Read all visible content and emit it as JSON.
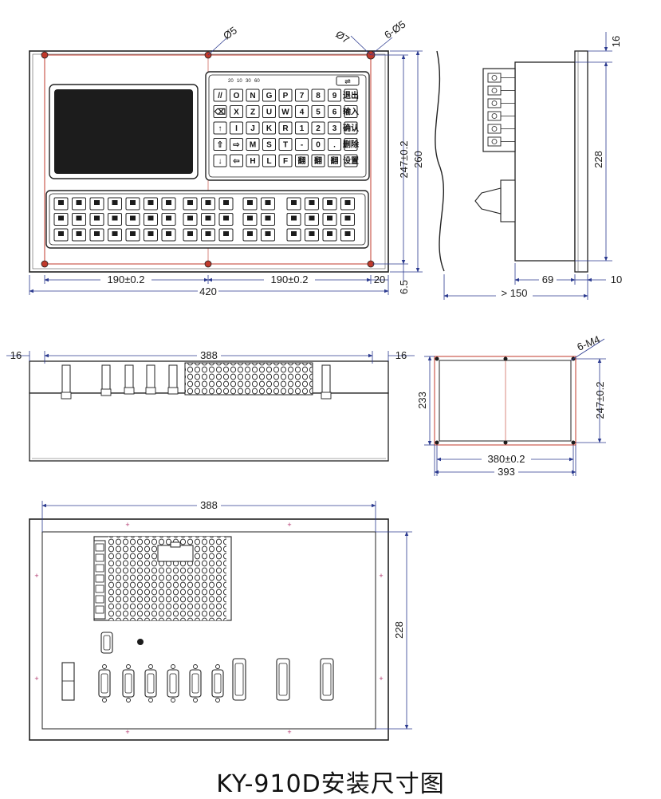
{
  "title": "KY-910D安装尺寸图",
  "colors": {
    "outline": "#222222",
    "dim_line": "#2b3a8f",
    "hole_red": "#c0392b",
    "mark_magenta": "#b0306a",
    "fill_dark": "#1c1c1c",
    "fill_grey": "#e6e6e6"
  },
  "front_view": {
    "hole_small": "Ø5",
    "hole_large": "Ø7",
    "hole_count": "6-Ø5",
    "dim_left_span": "190±0.2",
    "dim_right_span": "190±0.2",
    "dim_total_width": "420",
    "dim_edge": "20",
    "dim_hole_height": "247±0.2",
    "dim_total_height": "260",
    "dim_bottom_offset": "6.5",
    "screen_labels": [
      "20",
      "10",
      "30",
      "60"
    ],
    "keypad_rows": [
      [
        "//",
        "O",
        "N",
        "G",
        "P",
        "7",
        "8",
        "9",
        "退出"
      ],
      [
        "⌫",
        "X",
        "Z",
        "U",
        "W",
        "4",
        "5",
        "6",
        "输入"
      ],
      [
        "↑",
        "I",
        "J",
        "K",
        "R",
        "1",
        "2",
        "3",
        "确认"
      ],
      [
        "⇧",
        "⇨",
        "M",
        "S",
        "T",
        "-",
        "0",
        ".",
        "删除"
      ],
      [
        "↓",
        "⇦",
        "H",
        "L",
        "F",
        "翻",
        "翻",
        "翻",
        "设置"
      ]
    ]
  },
  "side_view": {
    "dim_top": "16",
    "dim_height": "228",
    "dim_depth": "69",
    "dim_flange": "10",
    "dim_overall": "> 150"
  },
  "top_view": {
    "dim_left": "16",
    "dim_width": "388",
    "dim_right": "16"
  },
  "cutout_view": {
    "hole_count": "6-M4",
    "dim_height": "233",
    "dim_hole_height": "247±0.2",
    "dim_hole_width": "380±0.2",
    "dim_width": "393"
  },
  "back_view": {
    "dim_width": "388",
    "dim_height": "228"
  }
}
